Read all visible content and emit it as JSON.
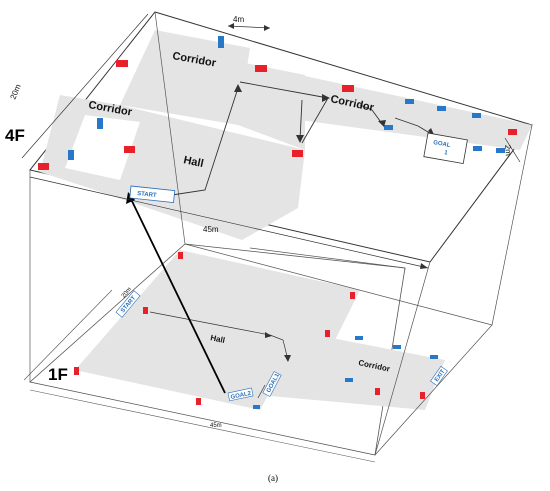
{
  "floors": {
    "top": {
      "label": "4F",
      "areas": {
        "corridor_top": "Corridor",
        "corridor_left": "Corridor",
        "corridor_right": "Corridor",
        "hall": "Hall"
      },
      "dims": {
        "width_top": "4m",
        "depth": "20m",
        "length": "45m",
        "side": "2m"
      },
      "start": "START",
      "goal_line1": "GOAL",
      "goal_line2": "1"
    },
    "bottom": {
      "label": "1F",
      "areas": {
        "hall": "Hall",
        "corridor": "Corridor"
      },
      "dims": {
        "depth": "20m",
        "length": "45m"
      },
      "start": "START",
      "goal_a": "GOAL2",
      "goal_b": "GOAL1",
      "exit": "EXIT"
    }
  },
  "caption": "(a)",
  "colors": {
    "red_marker": "#e8202a",
    "blue_marker": "#2778c8",
    "floor_fill": "#e4e4e4"
  }
}
